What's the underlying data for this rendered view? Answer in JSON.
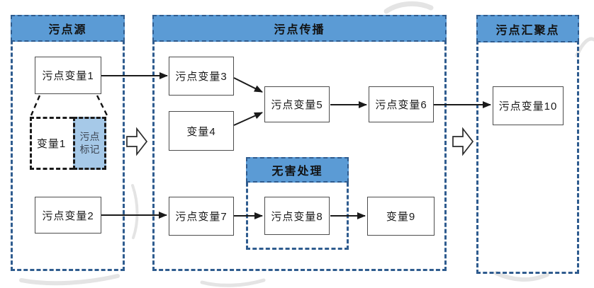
{
  "colors": {
    "section_border": "#2F5C8F",
    "header_fill": "#5B9BD5",
    "taint_mark_fill": "#A6C9E8",
    "node_border": "#4d4d4d",
    "arrow": "#1a1a1a"
  },
  "sections": {
    "source": {
      "title": "污点源"
    },
    "propagation": {
      "title": "污点传播"
    },
    "sanitizer": {
      "title": "无害处理"
    },
    "sink": {
      "title": "污点汇聚点"
    }
  },
  "nodes": {
    "taint_var1": "污点变量1",
    "var1": "变量1",
    "taint_mark": "污点\n标记",
    "taint_var2": "污点变量2",
    "taint_var3": "污点变量3",
    "var4": "变量4",
    "taint_var5": "污点变量5",
    "taint_var6": "污点变量6",
    "taint_var7": "污点变量7",
    "taint_var8": "污点变量8",
    "var9": "变量9",
    "taint_var10": "污点变量10"
  }
}
